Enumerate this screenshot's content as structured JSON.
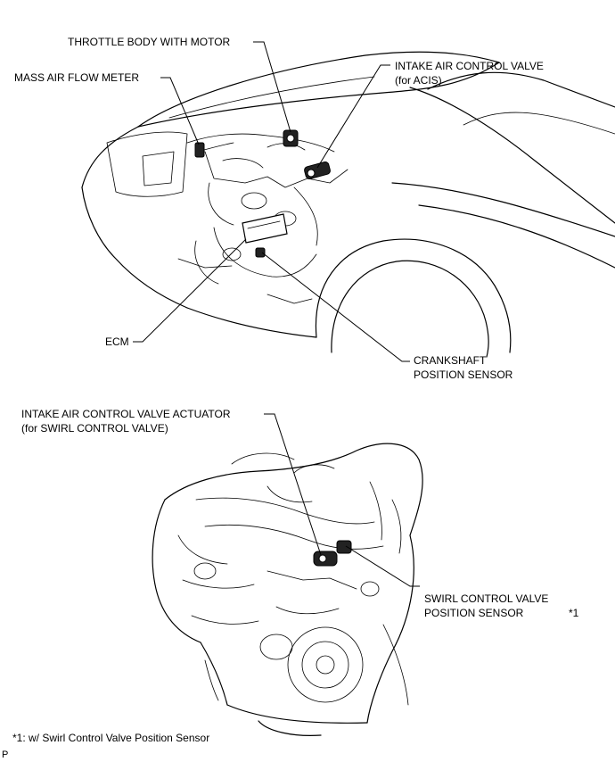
{
  "labels": {
    "throttle_body": "THROTTLE BODY WITH MOTOR",
    "mass_air_flow": "MASS AIR FLOW METER",
    "intake_acv_line1": "INTAKE AIR CONTROL VALVE",
    "intake_acv_line2": "(for ACIS)",
    "ecm": "ECM",
    "crankshaft_line1": "CRANKSHAFT",
    "crankshaft_line2": "POSITION SENSOR",
    "actuator_line1": "INTAKE AIR CONTROL VALVE ACTUATOR",
    "actuator_line2": "(for SWIRL CONTROL VALVE)",
    "swirl_line1": "SWIRL CONTROL VALVE",
    "swirl_line2": "POSITION SENSOR",
    "swirl_mark": "*1"
  },
  "footnote": "*1: w/ Swirl Control Valve Position Sensor",
  "corner_mark": "P"
}
